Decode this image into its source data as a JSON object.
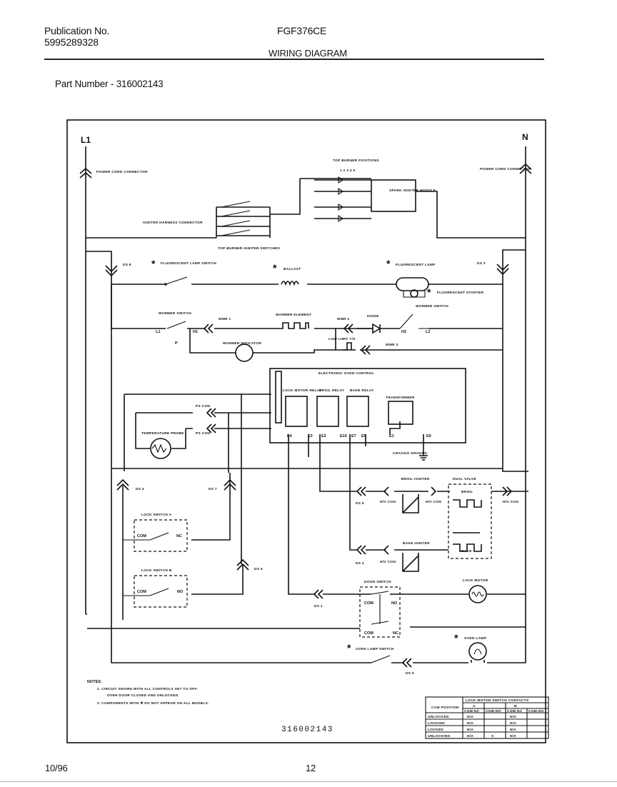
{
  "header": {
    "publication_label": "Publication No.",
    "publication_number": "5995289328",
    "model": "FGF376CE",
    "title": "WIRING DIAGRAM",
    "part_number": "Part Number - 316002143"
  },
  "diagram": {
    "terminals": {
      "line": "L1",
      "neutral": "N"
    },
    "labels": {
      "power_cord_left": "POWER CORD CONNECTOR",
      "power_cord_right": "POWER CORD CONNECTOR",
      "top_burner_positions": "TOP BURNER POSITIONS",
      "positions_code": "1 2 3 4 5",
      "spark_module": "SPARK IGNITER MODULE",
      "igniter_harness": "IGNITER HARNESS CONNECTOR",
      "top_burner_switches": "TOP BURNER IGNITER SWITCHES",
      "fluor_lamp_switch": "FLUORESCENT LAMP SWITCH",
      "ballast": "BALLAST",
      "fluor_lamp": "FLUORESCENT LAMP",
      "fluor_starter": "FLUORESCENT STARTER",
      "warmer_switch": "WARMER SWITCH",
      "warmer_switch_r": "WARMER SWITCH",
      "warmer_element": "WARMER ELEMENT",
      "diode": "DIODE",
      "low_limit": "LOW LIMIT T/S",
      "warmer_indicator": "WARMER INDICATOR",
      "eoc": "ELECTRONIC OVEN CONTROL",
      "lock_relay": "LOCK MOTOR RELAY",
      "broil_relay": "BROIL RELAY",
      "bake_relay": "BAKE RELAY",
      "transformer": "TRANSFORMER",
      "chassis_ground": "CHASSIS GROUND",
      "temp_probe": "TEMPERATURE PROBE",
      "lock_switch_a": "LOCK SWITCH A",
      "lock_switch_b": "LOCK SWITCH B",
      "broil_igniter": "BROIL IGNITER",
      "bake_igniter": "BAKE IGNITER",
      "dual_valve": "DUAL VALVE",
      "broil": "BROIL",
      "bake": "BAKE",
      "door_switch": "DOOR SWITCH",
      "lock_motor": "LOCK MOTOR",
      "oven_lamp": "OVEN LAMP",
      "oven_lamp_switch": "OVEN LAMP SWITCH",
      "ps_con_top": "PS CON",
      "ps_con_bot": "PS CON",
      "hv_con_1": "H/V CON",
      "hv_con_2": "H/V CON",
      "hv_con_3": "H/V CON",
      "hv_con_4": "H/V CON"
    },
    "connectors": {
      "ds8": "DS 8",
      "ds2": "DS 2",
      "ds4": "DS 4",
      "ds7": "DS 7",
      "ds6": "DS 6",
      "ds5": "DS 5",
      "ds3": "DS 3",
      "ds1": "DS 1",
      "ds9": "DS 9"
    },
    "wire_labels": {
      "wmr1": "WMR 1",
      "wmr2": "WMR 2",
      "wmr3": "WMR 3",
      "l1": "L1",
      "p": "P",
      "h1": "H1",
      "h2": "H2",
      "l2": "L2",
      "e4": "E4",
      "e3": "E3",
      "e2": "E2",
      "e1": "E1",
      "e10": "E10",
      "e9": "E9",
      "e7": "E7",
      "e5": "E5",
      "com_a": "COM",
      "nc_a": "NC",
      "com_b": "COM",
      "no_b": "NO",
      "com_d": "COM",
      "no_d": "NO",
      "com_d2": "COM",
      "nc_d2": "NC"
    },
    "part_number_code": "316002143"
  },
  "notes": {
    "heading": "NOTES:",
    "line1": "1. CIRCUIT SHOWN WITH ALL CONTROLS SET TO OFF.",
    "line1b": "OVEN DOOR CLOSED AND UNLOCKED.",
    "line2": "2. COMPONENTS WITH ✻ DO NOT APPEAR ON ALL MODELS."
  },
  "switch_table": {
    "title": "LOCK MOTOR SWITCH CONTACTS",
    "col_header": "CAM POSITION",
    "cols_group": [
      "A",
      "B"
    ],
    "cols": [
      "COM-NC",
      "COM-NO",
      "COM-NC",
      "COM-NO"
    ],
    "rows": [
      {
        "label": "UNLOCKED",
        "cells": [
          "N/A",
          "",
          "N/A",
          ""
        ]
      },
      {
        "label": "LOCKING",
        "cells": [
          "N/A",
          "",
          "N/A",
          ""
        ]
      },
      {
        "label": "LOCKED",
        "cells": [
          "N/A",
          "",
          "N/A",
          ""
        ]
      },
      {
        "label": "UNLOCKING",
        "cells": [
          "N/A",
          "X",
          "N/A",
          ""
        ]
      }
    ]
  },
  "footer": {
    "date": "10/96",
    "page": "12"
  }
}
